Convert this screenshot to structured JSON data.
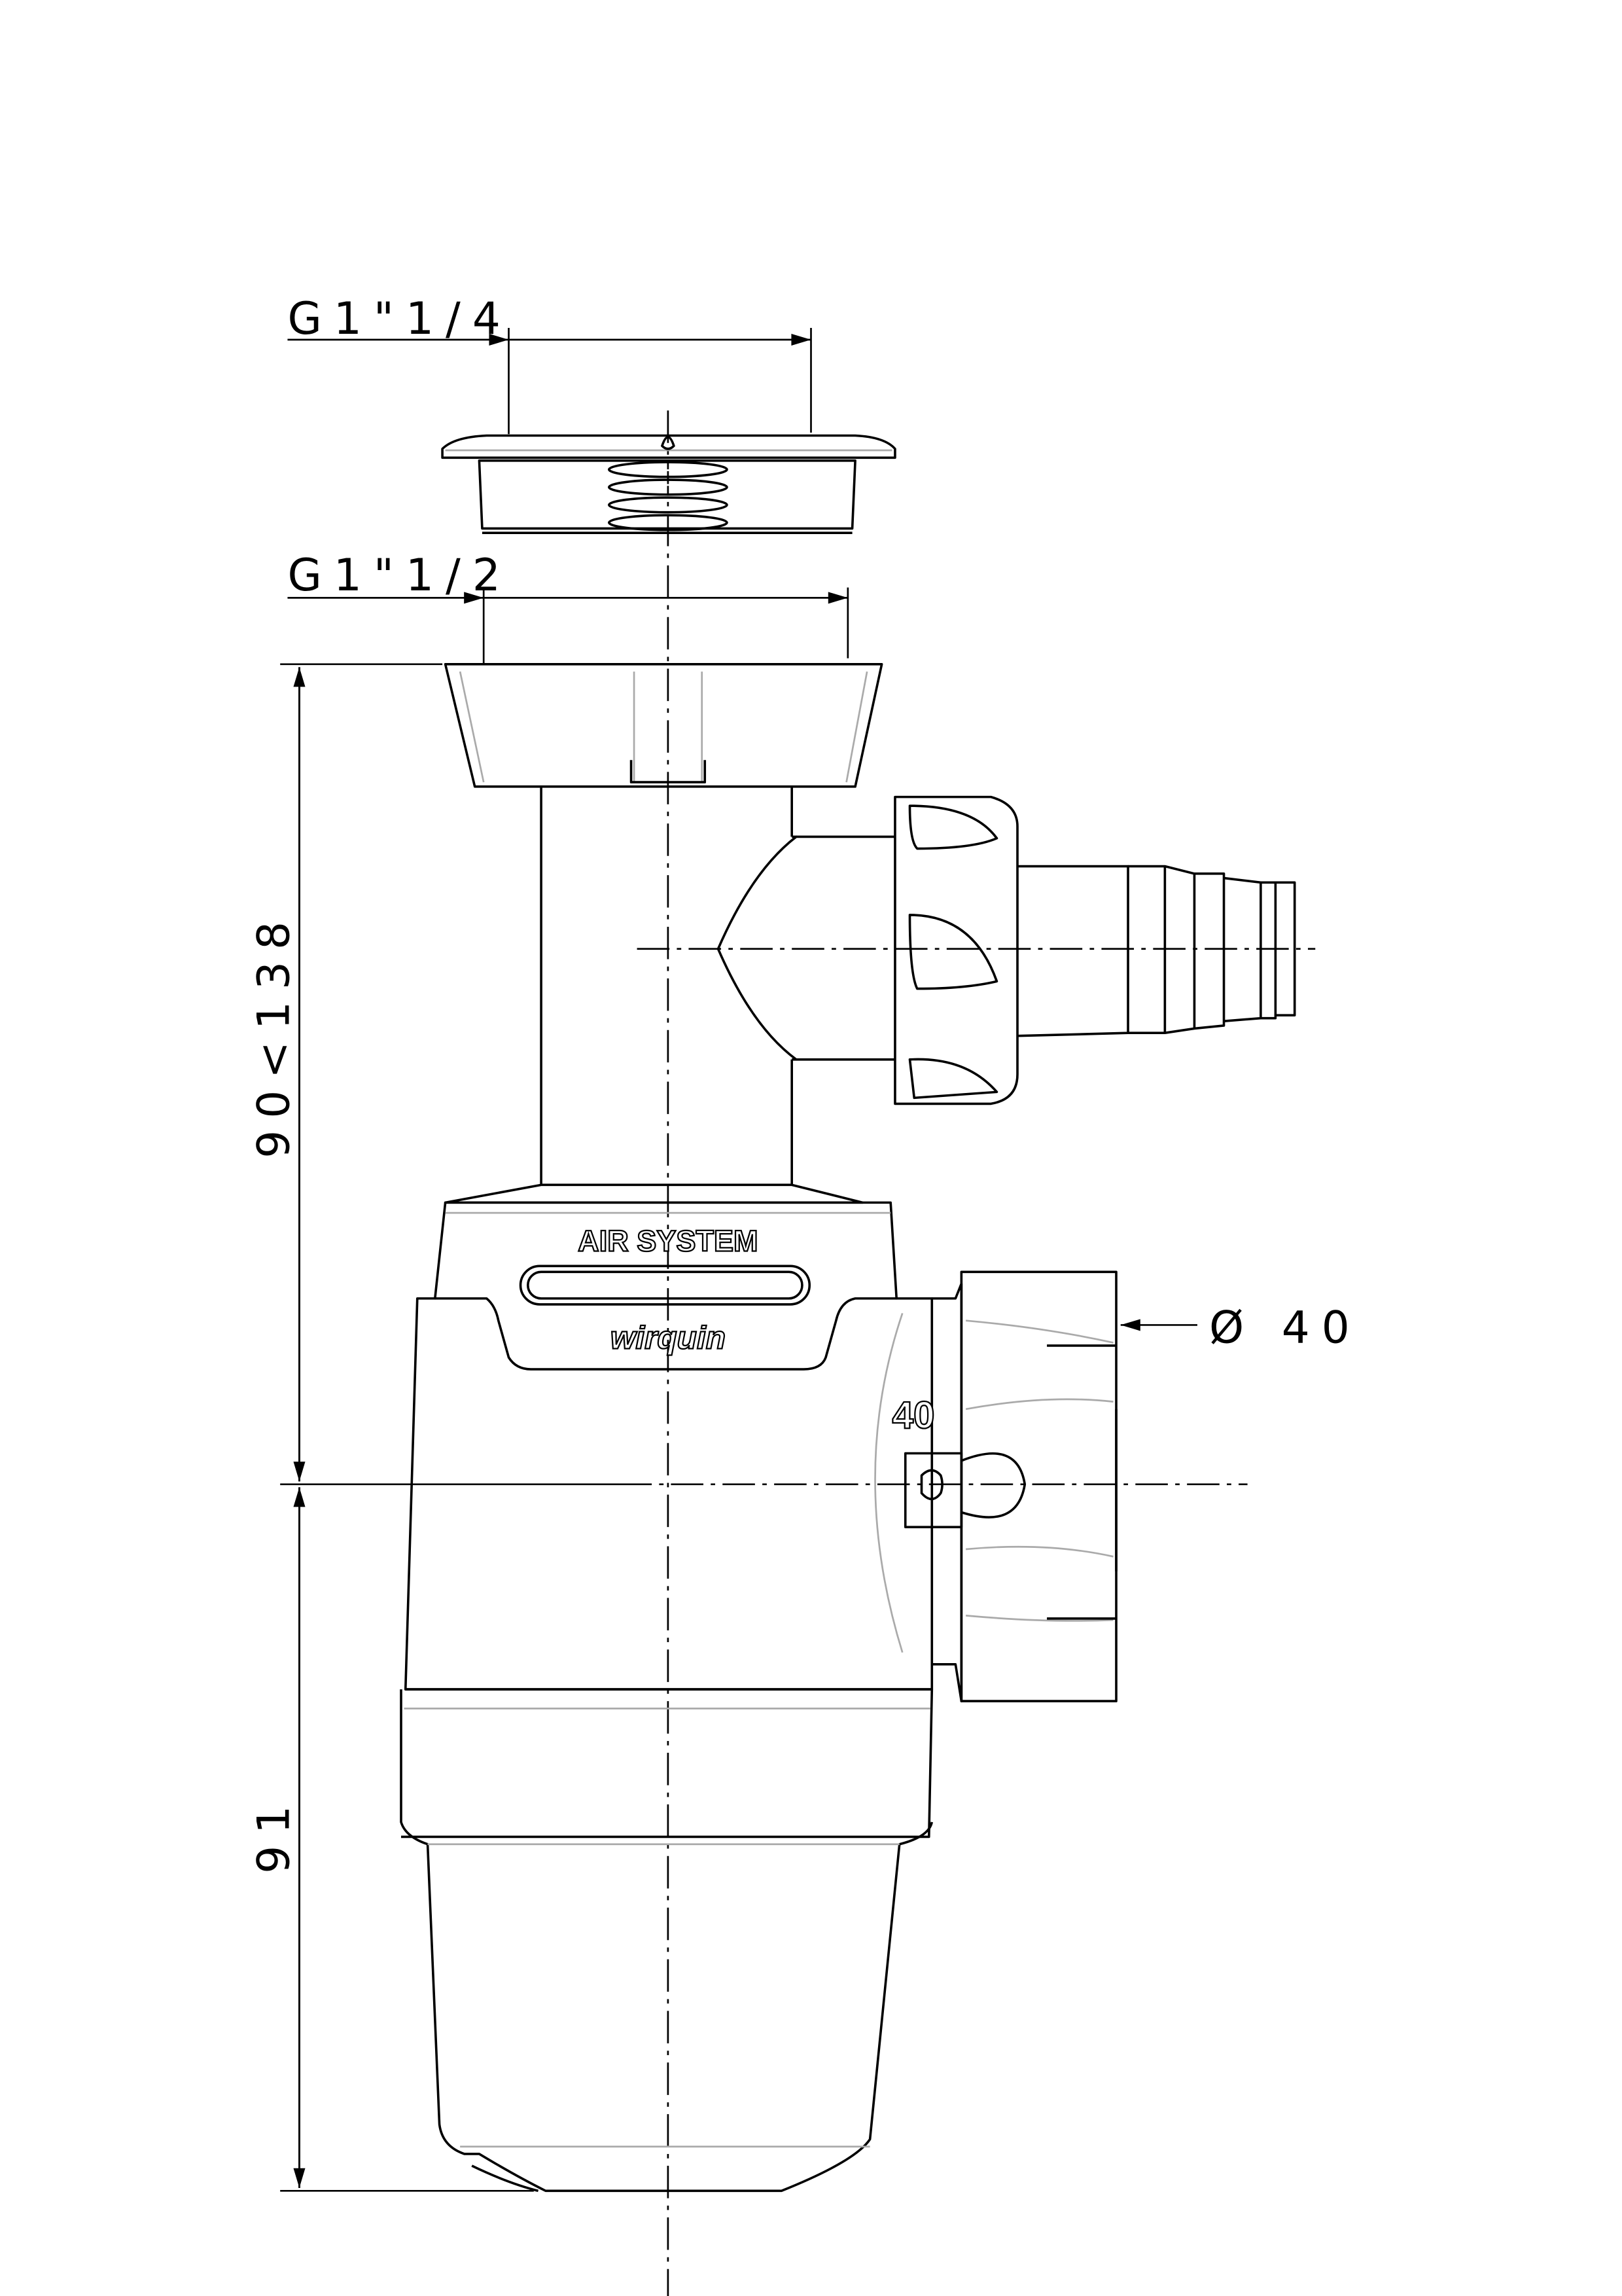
{
  "dimensions": {
    "top_thread": "G1\"1/4",
    "nut_thread": "G1\"1/2",
    "height_range": "90<138",
    "bottom_height": "91",
    "outlet_diameter": "Ø 40"
  },
  "markings": {
    "outlet_size": "40",
    "air_system": "AIR SYSTEM",
    "brand": "wirquin"
  },
  "colors": {
    "line": "#000000",
    "hidden_line": "#aaaaaa",
    "thread_fill": "#bdbdbd"
  }
}
